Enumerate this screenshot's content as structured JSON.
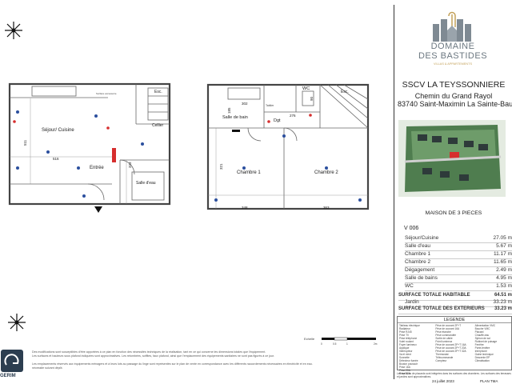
{
  "brand": {
    "name_line1": "DOMAINE",
    "name_line2": "DES BASTIDES",
    "tagline": "VILLAS & APPARTEMENTS"
  },
  "project": {
    "title": "SSCV LA TEYSSONNIERE",
    "address1": "Chemin du Grand Rayol",
    "address2": "83740 Saint-Maximin La Sainte-Bau"
  },
  "unit": {
    "type": "MAISON DE 3 PIECES",
    "lot": "V 006"
  },
  "rooms": [
    {
      "name": "Séjour/Cuisine",
      "area": "27.05 m"
    },
    {
      "name": "Salle d'eau",
      "area": "5.67 m"
    },
    {
      "name": "Chambre 1",
      "area": "11.17 m"
    },
    {
      "name": "Chambre 2",
      "area": "11.65 m"
    },
    {
      "name": "Dégagement",
      "area": "2.49 m"
    },
    {
      "name": "Salle de bains",
      "area": "4.95 m"
    },
    {
      "name": "WC",
      "area": "1.53 m"
    }
  ],
  "totals": {
    "habitable_label": "SURFACE TOTALE HABITABLE",
    "habitable_value": "64.51 m",
    "garden_label": "Jardin",
    "garden_value": "33.23 m",
    "exterior_label": "SURFACE TOTALE DES EXTERIEURS",
    "exterior_value": "33.23 m"
  },
  "legend": {
    "title": "LEGENDE",
    "items_left": [
      "Tableau électrique",
      "Radiateur",
      "Prise RJ45",
      "Prise TV",
      "Prise téléphone",
      "Volet roulant",
      "Foyer lumineux",
      "Applique",
      "Interrupteur",
      "Va et vient",
      "Sonnette",
      "Détecteur fumée",
      "Bouton poussoir",
      "Prise 16A",
      "Prise 20A",
      "Prise 32A"
    ],
    "items_mid": [
      "Prise de courant 2P+T",
      "Prise de courant 16A",
      "Prise étanche",
      "Prise commandée",
      "Sortie de câble",
      "Point lumineux",
      "Prise de courant 2P+T 16A",
      "Prise de courant 2P+T 20A",
      "Prise de courant 2P+T 32A",
      "Thermostat",
      "Télécommande",
      "Compteur"
    ],
    "items_right": [
      "Alimentation VMC",
      "Bouche VMC",
      "Placard",
      "Chauffe-eau",
      "Siphon de sol",
      "Robinet de puisage",
      "Fenêtre",
      "Porte-fenêtre",
      "Interphone",
      "Gaine technique",
      "Descente EP",
      "Climatisation"
    ]
  },
  "footer": {
    "note1": "Des modifications sont susceptibles d'être apportées à ce plan en fonction des nécessités techniques de la réalisation, tant en ce qui concerne les dimensions totales que l'équipement.",
    "note2": "Les surfaces et hauteurs sous plafond indiquées sont approximatives. Les retombées, soffites, faux plafond, ainsi que l'emplacement des équipements sanitaires ne sont pas figurés à ce jour.",
    "note3": "Les emplacements réservés aux équipements ménagers et à leurs lots au passage du linge sont représentés sur le plan de vente en correspondance avec les différents raccordements nécessaires en électricité et en eau.",
    "note4": "nécessite suivant dépôt.",
    "right_note": "Les surfaces de placards sont intégrées dans les surfaces des chambres. Les surfaces des terrasses et jardins sont approximatives.",
    "date": "24 juillet 2023",
    "plan": "PLAN TMA",
    "scale_label": "Echelle",
    "scale_ticks": [
      "0",
      "0.5",
      "1",
      "2m"
    ],
    "watermark": "GERIM"
  },
  "plans": {
    "rdc": {
      "sejour": "Séjour/ Cuisine",
      "entree": "Entrée",
      "salle": "Salle d'eau",
      "dim_511": "511",
      "dim_516": "516",
      "dim_323": "323",
      "esc": "Esc.",
      "cellier": "Cellier",
      "note": "Surface accessoire"
    },
    "etage": {
      "bain": "Salle de bain",
      "wc": "WC",
      "dgt": "Dgt",
      "ch1": "Chambre 1",
      "ch2": "Chambre 2",
      "esc": "Esc.",
      "dim_302": "302",
      "dim_276": "276",
      "dim_185": "185",
      "dim_321": "321",
      "dim_348": "348",
      "dim_363": "363",
      "dim_90": "90",
      "tablier": "Tablier"
    }
  },
  "colors": {
    "wall": "#444444",
    "accent_red": "#d62e2e",
    "accent_blue": "#2c4f9e",
    "brand_gray": "#7f8a93",
    "brand_gold": "#c4a25a"
  }
}
